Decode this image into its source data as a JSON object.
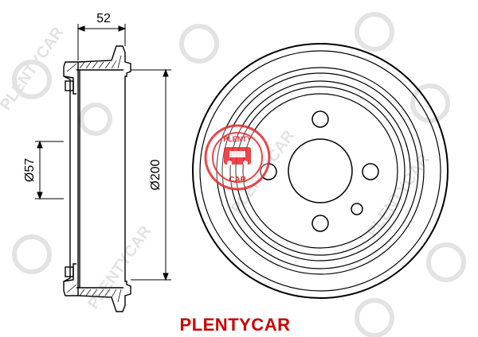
{
  "dimensions": {
    "width_label": "52",
    "inner_diameter_label": "Ø57",
    "outer_diameter_label": "Ø200"
  },
  "watermark": {
    "text": "PLENTYCAR",
    "badge_top": "PLENTY",
    "badge_bottom": "CAR"
  },
  "brand": {
    "label": "PLENTYCAR"
  },
  "colors": {
    "line": "#000000",
    "brand": "#cc0000",
    "watermark": "#e3e3e3",
    "badge": "#e8262c"
  }
}
